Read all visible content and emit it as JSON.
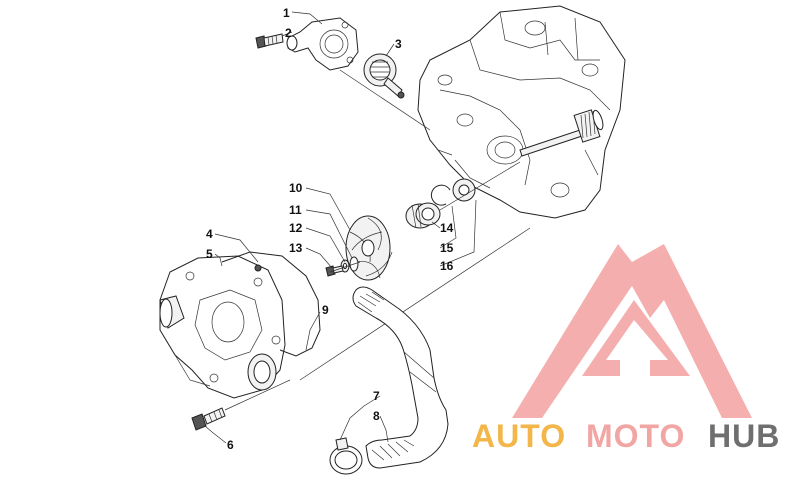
{
  "diagram": {
    "labels": {
      "p1": "1",
      "p2": "2",
      "p3": "3",
      "p4": "4",
      "p5": "5",
      "p6": "6",
      "p7": "7",
      "p8": "8",
      "p9": "9",
      "p10": "10",
      "p11": "11",
      "p12": "12",
      "p13": "13",
      "p14": "14",
      "p15": "15",
      "p16": "16"
    }
  },
  "watermark": {
    "word_auto": "AUTO",
    "word_moto": "MOTO",
    "word_hub": "HUB",
    "colors": {
      "auto": "#f2b64a",
      "moto": "#f1a6a4",
      "hub": "#6f6f6f",
      "logo": "#f3a1a0"
    }
  }
}
